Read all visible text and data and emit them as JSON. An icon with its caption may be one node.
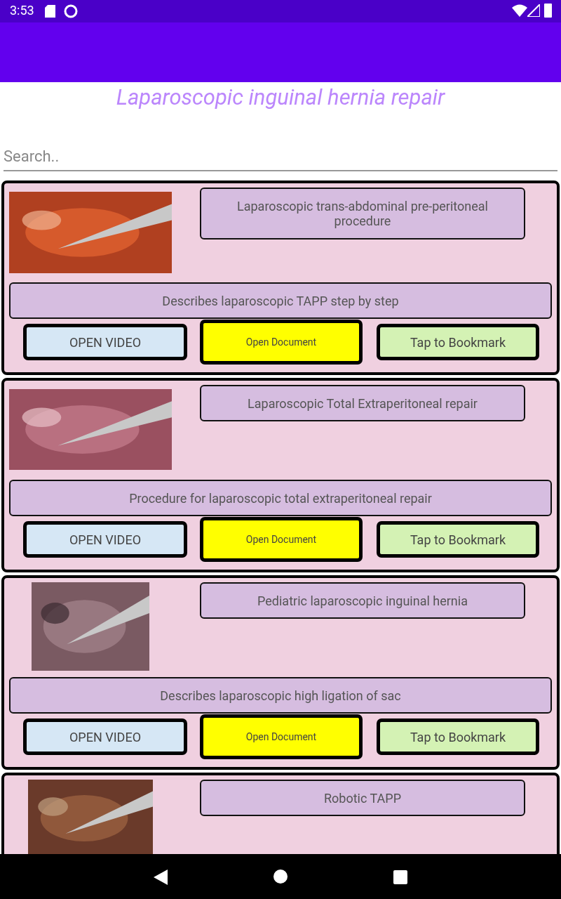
{
  "diagram": {
    "title": "Laparoscopic inguinal hernia repair",
    "nodes": [
      {
        "text": [],
        "shape": "bar"
      },
      {
        "text": [],
        "shape": "box"
      },
      {
        "text": [],
        "shape": "picture",
        "in": 1
      },
      {
        "text": [
          "Laparoscopic trans-abdominal pre-peritoneal procedure"
        ],
        "in": 1
      },
      {
        "text": [
          "Describes laparoscopic TAPP step by step"
        ],
        "in": 1
      },
      {
        "text": [
          "OPEN VIDEO"
        ],
        "in": 1
      },
      {
        "text": [
          "Open Document"
        ],
        "in": 1
      },
      {
        "text": [
          "Tap to Bookmark"
        ],
        "in": 1
      },
      {
        "text": [],
        "shape": "box"
      },
      {
        "text": [],
        "shape": "picture",
        "in": 8
      },
      {
        "text": [
          "Laparoscopic Total Extraperitoneal repair"
        ],
        "in": 8
      },
      {
        "text": [
          "Procedure for laparoscopic total extraperitoneal repair"
        ],
        "in": 8
      },
      {
        "text": [
          "OPEN VIDEO"
        ],
        "in": 8
      },
      {
        "text": [
          "Open Document"
        ],
        "in": 8
      },
      {
        "text": [
          "Tap to Bookmark"
        ],
        "in": 8
      },
      {
        "text": [],
        "shape": "box"
      },
      {
        "text": [],
        "shape": "picture",
        "in": 15
      },
      {
        "text": [
          "Pediatric laparoscopic inguinal hernia"
        ],
        "in": 15
      },
      {
        "text": [
          "Describes laparoscopic high ligation of sac"
        ],
        "in": 15
      },
      {
        "text": [
          "OPEN VIDEO"
        ],
        "in": 15
      },
      {
        "text": [
          "Open Document"
        ],
        "in": 15
      },
      {
        "text": [
          "Tap to Bookmark"
        ],
        "in": 15
      },
      {
        "text": [],
        "shape": "box"
      },
      {
        "text": [],
        "shape": "picture",
        "in": 22
      },
      {
        "text": [
          "Robotic TAPP"
        ],
        "in": 22
      }
    ],
    "labels": [
      "3:53",
      "Search.."
    ]
  }
}
